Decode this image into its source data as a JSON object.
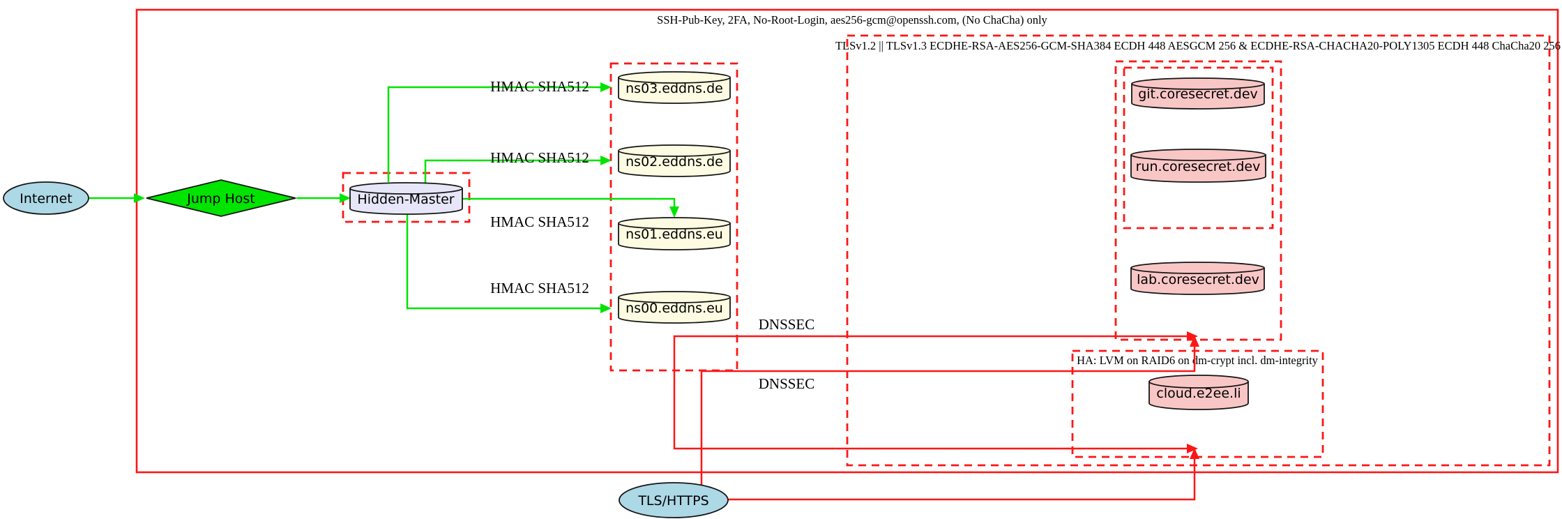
{
  "palette": {
    "red": "#fd1616",
    "green": "#00e400",
    "black": "#141414",
    "lightblue": "#add8e6",
    "lavender": "#e6e6f8",
    "lightyellow": "#fdfce2",
    "pink": "#f9c6c6"
  },
  "clusters": {
    "ssh": {
      "label": "SSH-Pub-Key, 2FA, No-Root-Login, aes256-gcm@openssh.com, (No ChaCha) only"
    },
    "tls": {
      "label": "TLSv1.2 || TLSv1.3 ECDHE-RSA-AES256-GCM-SHA384 ECDH 448 AESGCM 256 & ECDHE-RSA-CHACHA20-POLY1305 ECDH 448 ChaCha20 256"
    },
    "ha": {
      "label": "HA: LVM on RAID6 on dm-crypt incl. dm-integrity"
    }
  },
  "nodes": {
    "internet": {
      "label": "Internet",
      "shape": "ellipse",
      "fill": "#add8e6"
    },
    "jump_host": {
      "label": "Jump Host",
      "shape": "diamond",
      "fill": "#00e400"
    },
    "hidden_master": {
      "label": "Hidden-Master",
      "shape": "cylinder",
      "fill": "#e6e6f8"
    },
    "ns03": {
      "label": "ns03.eddns.de",
      "shape": "cylinder",
      "fill": "#fdfce2"
    },
    "ns02": {
      "label": "ns02.eddns.de",
      "shape": "cylinder",
      "fill": "#fdfce2"
    },
    "ns01": {
      "label": "ns01.eddns.eu",
      "shape": "cylinder",
      "fill": "#fdfce2"
    },
    "ns00": {
      "label": "ns00.eddns.eu",
      "shape": "cylinder",
      "fill": "#fdfce2"
    },
    "git": {
      "label": "git.coresecret.dev",
      "shape": "cylinder",
      "fill": "#f9c6c6"
    },
    "run": {
      "label": "run.coresecret.dev",
      "shape": "cylinder",
      "fill": "#f9c6c6"
    },
    "lab": {
      "label": "lab.coresecret.dev",
      "shape": "cylinder",
      "fill": "#f9c6c6"
    },
    "cloud": {
      "label": "cloud.e2ee.li",
      "shape": "cylinder",
      "fill": "#f9c6c6"
    },
    "tls_https": {
      "label": "TLS/HTTPS",
      "shape": "ellipse",
      "fill": "#add8e6"
    }
  },
  "edge_labels": {
    "hmac_ns03": "HMAC SHA512",
    "hmac_ns02": "HMAC SHA512",
    "hmac_ns01": "HMAC SHA512",
    "hmac_ns00": "HMAC SHA512",
    "dnssec_1": "DNSSEC",
    "dnssec_2": "DNSSEC"
  },
  "connections": [
    {
      "from": "Internet",
      "to": "Jump Host",
      "color": "green"
    },
    {
      "from": "Jump Host",
      "to": "Hidden-Master",
      "color": "green"
    },
    {
      "from": "Hidden-Master",
      "to": "ns03.eddns.de",
      "label": "HMAC SHA512",
      "color": "green"
    },
    {
      "from": "Hidden-Master",
      "to": "ns02.eddns.de",
      "label": "HMAC SHA512",
      "color": "green"
    },
    {
      "from": "Hidden-Master",
      "to": "ns01.eddns.eu",
      "label": "HMAC SHA512",
      "color": "green"
    },
    {
      "from": "Hidden-Master",
      "to": "ns00.eddns.eu",
      "label": "HMAC SHA512",
      "color": "green"
    },
    {
      "from": "eddns-cluster",
      "to": "coresecret-cluster",
      "label": "DNSSEC",
      "color": "red"
    },
    {
      "from": "eddns-cluster",
      "to": "ha-cluster",
      "label": "DNSSEC",
      "color": "red"
    },
    {
      "from": "TLS/HTTPS",
      "to": "coresecret-cluster",
      "color": "red"
    },
    {
      "from": "TLS/HTTPS",
      "to": "ha-cluster",
      "color": "red"
    }
  ]
}
